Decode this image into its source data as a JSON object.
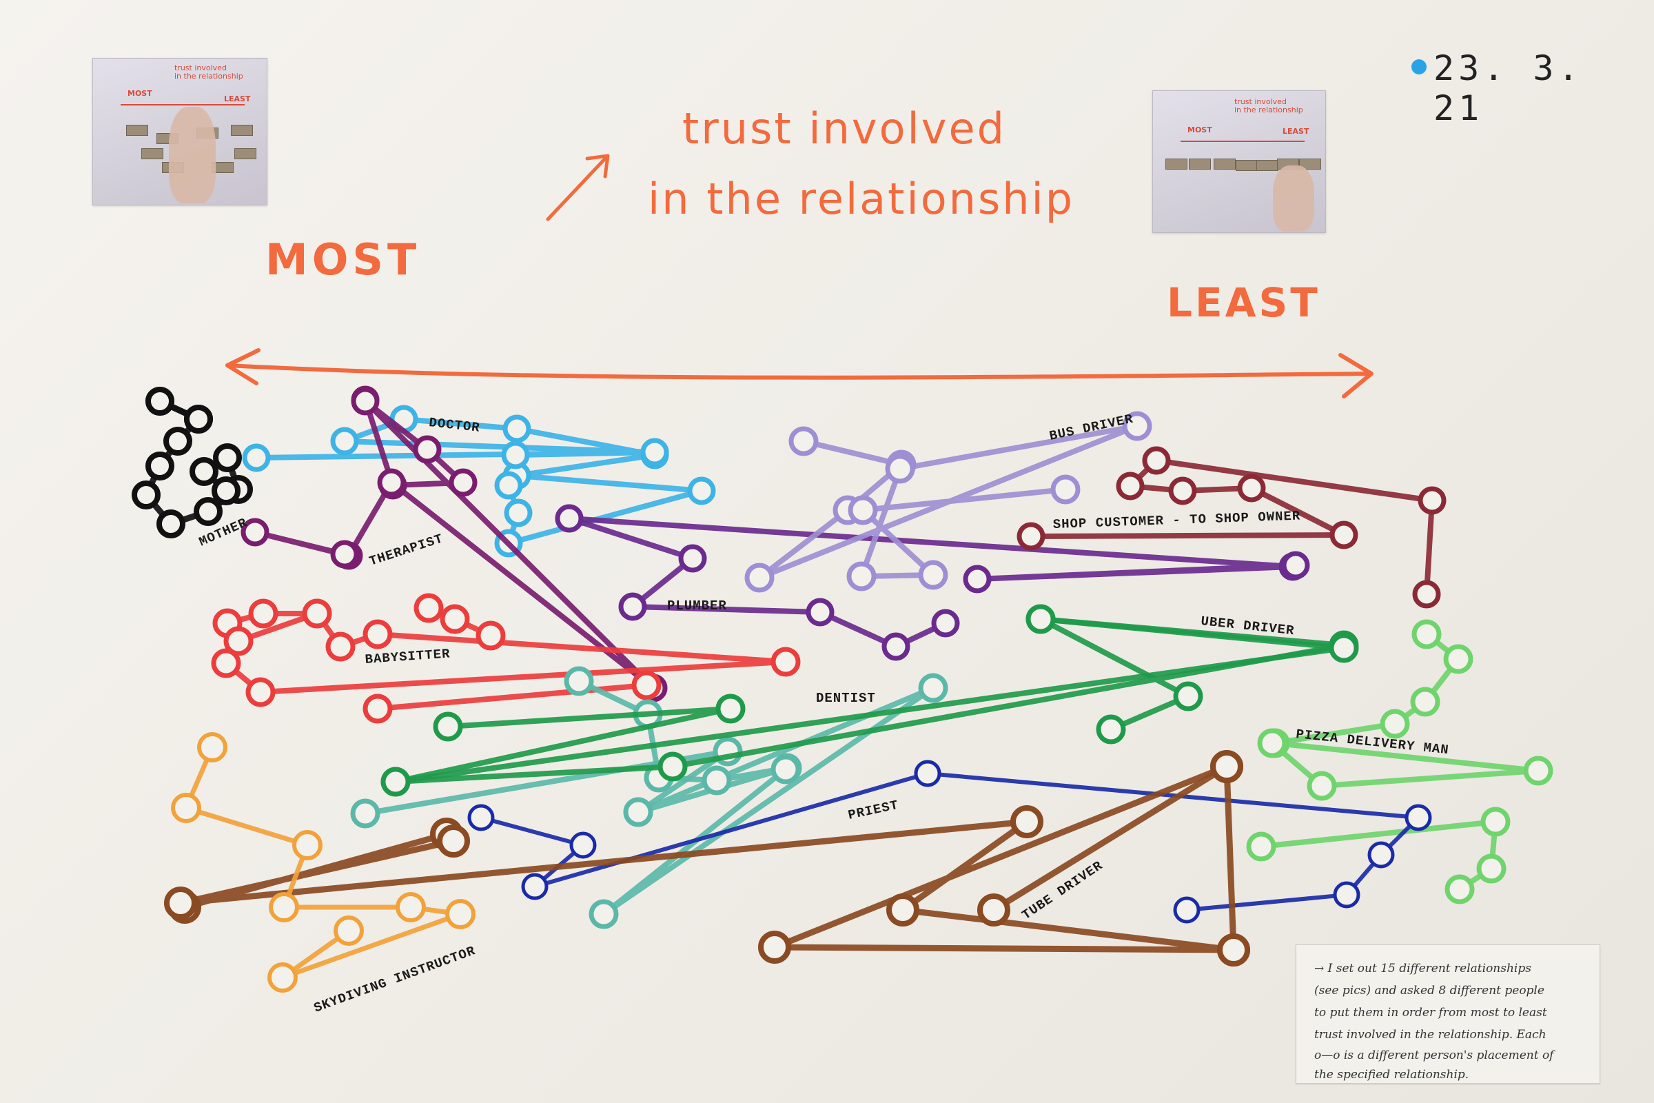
{
  "date": "23.  3.  21",
  "title": {
    "line1": "trust   involved",
    "line2": "in  the  relationship"
  },
  "axis": {
    "most": "MOST",
    "least": "LEAST"
  },
  "photos": [
    {
      "title": "trust involved\nin the relationship",
      "most": "MOST",
      "least": "LEAST"
    },
    {
      "title": "trust involved\nin the relationship",
      "most": "MOST",
      "least": "LEAST"
    }
  ],
  "labels": {
    "mother": "MOTHER",
    "therapist": "THERAPIST",
    "doctor": "DOCTOR",
    "bus_driver": "BUS DRIVER",
    "shop": "SHOP CUSTOMER - TO SHOP OWNER",
    "plumber": "PLUMBER",
    "babysitter": "BABYSITTER",
    "dentist": "DENTIST",
    "uber": "UBER DRIVER",
    "pizza": "PIZZA DELIVERY MAN",
    "priest": "PRIEST",
    "tube": "TUBE DRIVER",
    "skydiving": "SKYDIVING INSTRUCTOR"
  },
  "colors": {
    "title": "#f26a3d",
    "mother": "#111111",
    "doctor": "#3db3e6",
    "therapist": "#7a1d6e",
    "plumber": "#6a2a8e",
    "bus_driver": "#9d8fd3",
    "shop": "#8b2a36",
    "babysitter": "#ec3d3d",
    "dentist": "#5bb8a9",
    "uber": "#1f9a4b",
    "pizza": "#6fd46c",
    "priest": "#1a2ba8",
    "tube": "#8a4a22",
    "skydiving": "#f2a23a"
  },
  "note": {
    "lines": [
      "→  I set out 15 different relationships",
      "(see pics) and asked 8 different people",
      "to put them in order from most to least",
      "trust involved in the relationship. Each",
      "o—o is a different person's placement of",
      "the specified relationship."
    ]
  }
}
